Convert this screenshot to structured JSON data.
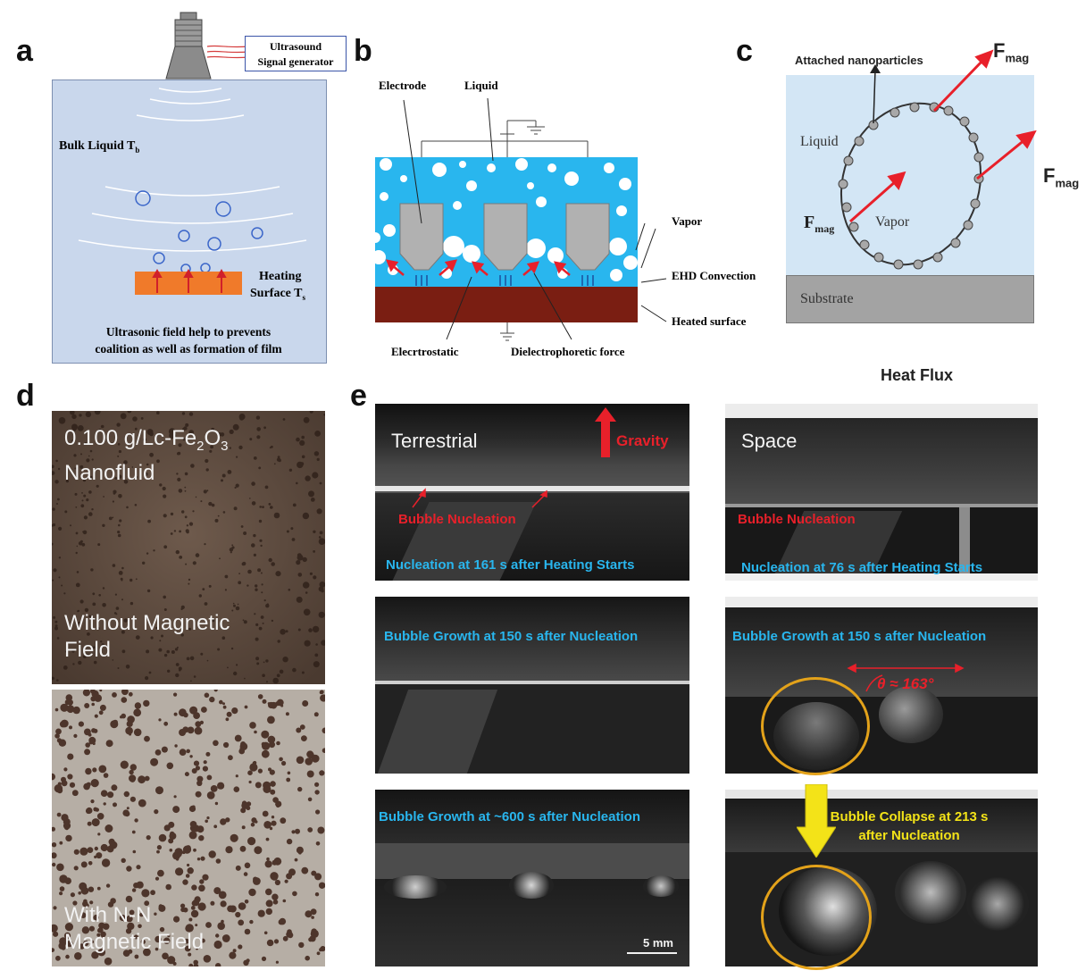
{
  "panels": {
    "a": {
      "label": "a",
      "signal_generator": "Ultrasound\nSignal generator",
      "bulk_liquid": "Bulk Liquid T",
      "bulk_liquid_sub": "b",
      "heating_line1": "Heating",
      "heating_line2": "Surface T",
      "heating_sub": "s",
      "caption_line1": "Ultrasonic field help to prevents",
      "caption_line2": "coalition as well as formation of film"
    },
    "b": {
      "label": "b",
      "electrode": "Electrode",
      "liquid": "Liquid",
      "vapor": "Vapor",
      "ehd": "EHD Convection",
      "heated_surface": "Heated surface",
      "electrostatic": "Elecrtrostatic",
      "dielectrophoretic": "Dielectrophoretic force"
    },
    "c": {
      "label": "c",
      "attached": "Attached nanoparticles",
      "fmag": "F",
      "fmag_sub": "mag",
      "liquid": "Liquid",
      "vapor": "Vapor",
      "substrate": "Substrate",
      "heat_flux": "Heat Flux"
    },
    "d": {
      "label": "d",
      "top_line1_pre": "0.100 g/Lc-Fe",
      "top_sub1": "2",
      "top_mid": "O",
      "top_sub2": "3",
      "top_line2": "Nanofluid",
      "top_line3": "Without Magnetic",
      "top_line4": "Field",
      "bottom_line1": "With N-N",
      "bottom_line2": "Magnetic Field"
    },
    "e": {
      "label": "e",
      "terrestrial": "Terrestrial",
      "space": "Space",
      "gravity": "Gravity",
      "bubble_nucleation": "Bubble Nucleation",
      "t_nucleation": "Nucleation at 161 s after Heating Starts",
      "s_nucleation": "Nucleation at 76 s after Heating Starts",
      "t_growth150": "Bubble Growth at 150 s after Nucleation",
      "s_growth150": "Bubble Growth at 150 s after Nucleation",
      "theta": "θ ≈ 163°",
      "t_growth600": "Bubble Growth at ~600 s after Nucleation",
      "collapse_line1": "Bubble Collapse at 213 s",
      "collapse_line2": "after Nucleation",
      "scale_bar": "5 mm"
    }
  },
  "colors": {
    "panel_a_bg": "#c9d7ec",
    "liquid_blue": "#29b6ee",
    "heated_surface": "#7a1e12",
    "substrate_gray": "#a3a3a3",
    "arrow_red": "#e8202a",
    "highlight_yellow": "#f3e318",
    "ring_gold": "#e3a21a"
  }
}
